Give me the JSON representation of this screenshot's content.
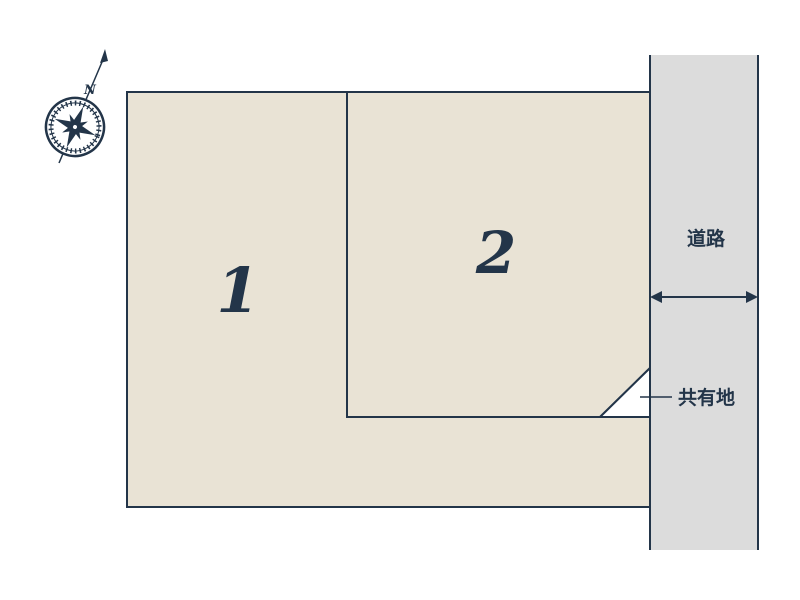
{
  "compass": {
    "north_label": "N",
    "icon": "compass-rose-icon"
  },
  "lots": [
    {
      "number": "1"
    },
    {
      "number": "2"
    }
  ],
  "road": {
    "label": "道路"
  },
  "shared_land": {
    "label": "共有地"
  },
  "colors": {
    "lot_fill": "#e9e3d5",
    "road_fill": "#dcdcdc",
    "outline": "#233549",
    "shared_fill": "#ffffff"
  }
}
